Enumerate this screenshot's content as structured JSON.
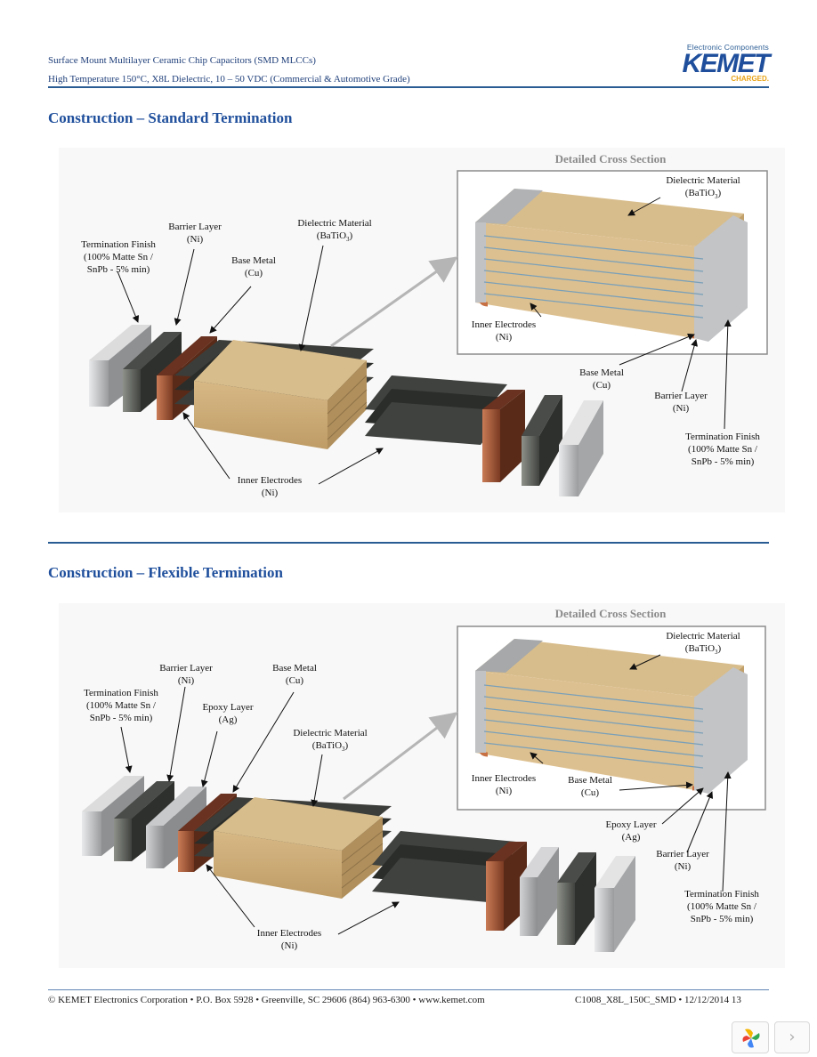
{
  "header": {
    "line1": "Surface Mount Multilayer Ceramic Chip Capacitors (SMD MLCCs)",
    "line2": "High Temperature 150°C, X8L Dielectric, 10 – 50 VDC (Commercial & Automotive Grade)",
    "logo_tagline": "Electronic Components",
    "logo_name": "KEMET",
    "logo_sub": "CHARGED."
  },
  "standard": {
    "title": "Construction – Standard Termination",
    "cross_section_title": "Detailed Cross Section",
    "labels": {
      "termination_finish": [
        "Termination Finish",
        "(100% Matte Sn /",
        "SnPb - 5% min)"
      ],
      "barrier_layer": [
        "Barrier Layer",
        "(Ni)"
      ],
      "base_metal": [
        "Base Metal",
        "(Cu)"
      ],
      "dielectric": [
        "Dielectric Material",
        "(BaTiO",
        ")"
      ],
      "inner_electrodes": [
        "Inner Electrodes",
        "(Ni)"
      ],
      "cs_dielectric": [
        "Dielectric Material",
        "(BaTiO",
        ")"
      ],
      "cs_inner_electrodes": [
        "Inner Electrodes",
        "(Ni)"
      ],
      "cs_base_metal": [
        "Base Metal",
        "(Cu)"
      ],
      "cs_barrier_layer": [
        "Barrier Layer",
        "(Ni)"
      ],
      "cs_termination_finish": [
        "Termination Finish",
        "(100% Matte Sn /",
        "SnPb - 5% min)"
      ]
    }
  },
  "flexible": {
    "title": "Construction – Flexible Termination",
    "cross_section_title": "Detailed Cross Section",
    "labels": {
      "termination_finish": [
        "Termination Finish",
        "(100% Matte Sn /",
        "SnPb - 5% min)"
      ],
      "barrier_layer": [
        "Barrier Layer",
        "(Ni)"
      ],
      "epoxy_layer": [
        "Epoxy Layer",
        "(Ag)"
      ],
      "base_metal": [
        "Base Metal",
        "(Cu)"
      ],
      "dielectric": [
        "Dielectric Material",
        "(BaTiO",
        ")"
      ],
      "inner_electrodes": [
        "Inner Electrodes",
        "(Ni)"
      ],
      "cs_dielectric": [
        "Dielectric Material",
        "(BaTiO",
        ")"
      ],
      "cs_inner_electrodes": [
        "Inner Electrodes",
        "(Ni)"
      ],
      "cs_base_metal": [
        "Base Metal",
        "(Cu)"
      ],
      "cs_epoxy_layer": [
        "Epoxy Layer",
        "(Ag)"
      ],
      "cs_barrier_layer": [
        "Barrier Layer",
        "(Ni)"
      ],
      "cs_termination_finish": [
        "Termination Finish",
        "(100% Matte Sn /",
        "SnPb - 5% min)"
      ]
    }
  },
  "footer": {
    "left": "© KEMET Electronics Corporation • P.O. Box 5928 • Greenville, SC 29606 (864) 963-6300 • www.kemet.com",
    "right": "C1008_X8L_150C_SMD • 12/12/2014 13"
  },
  "colors": {
    "brand_blue": "#1f4f9c",
    "dielectric": "#c8a674",
    "copper": "#b8603e",
    "nickel": "#3a3d3a",
    "tin": "#b4b6b8",
    "epoxy": "#a0a2a4"
  }
}
